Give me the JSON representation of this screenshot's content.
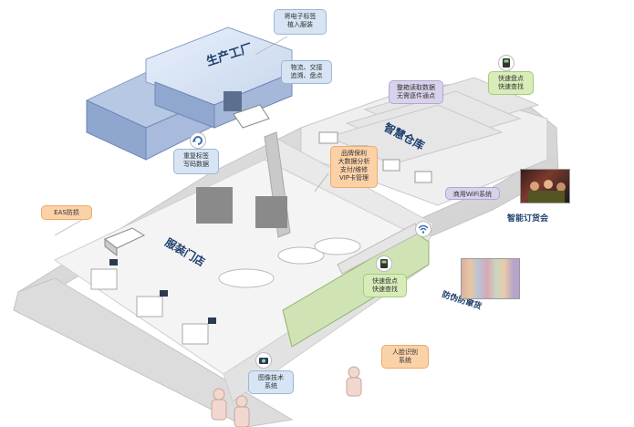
{
  "areas": {
    "factory": "生产工厂",
    "warehouse": "智慧仓库",
    "store": "服装门店",
    "order_fair": "智能订货会",
    "anti_counterfeit": "防伪防窜货"
  },
  "callouts": {
    "electronic_tag": "将电子标签\n植入服装",
    "logistics": "物流、交接\n追溯、盘点",
    "warehouse_data": "整箱读取数据\n无需逐件通点",
    "fast_inventory_top": "快速盘点\n快速查找",
    "tag_writing": "重复标签\n写码数据",
    "smart_wardrobe": "品牌保利\n大数据分析\n支付/维修\nVIP卡管理",
    "wifi_system": "商用WiFi系统",
    "eas": "EAS防损",
    "fast_inventory_store": "快速盘点\n快速查找",
    "face_recognition": "人脸识别\n系统",
    "imaging": "图像技术\n系统"
  },
  "colors": {
    "blue_bubble": "#d6e4f3",
    "green_bubble": "#d7ecb8",
    "orange_bubble": "#fbd1a8",
    "purple_bubble": "#d9d2ea",
    "label_navy": "#1e3f6e"
  }
}
